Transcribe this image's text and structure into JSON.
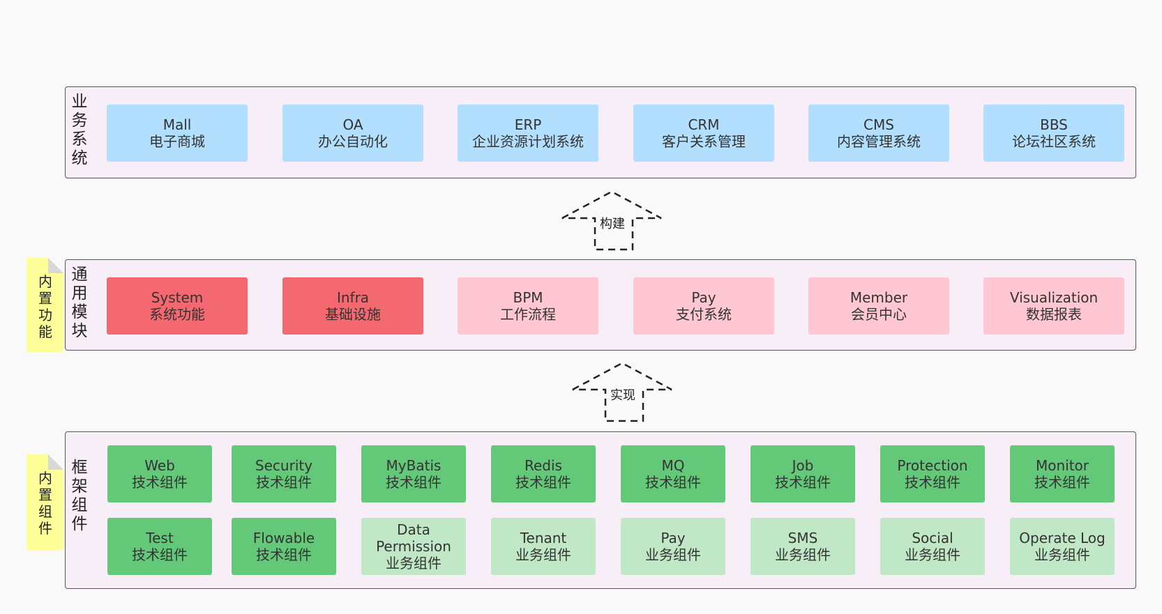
{
  "business": {
    "label": "业务系统",
    "items": [
      {
        "en": "Mall",
        "zh": "电子商城"
      },
      {
        "en": "OA",
        "zh": "办公自动化"
      },
      {
        "en": "ERP",
        "zh": "企业资源计划系统"
      },
      {
        "en": "CRM",
        "zh": "客户关系管理"
      },
      {
        "en": "CMS",
        "zh": "内容管理系统"
      },
      {
        "en": "BBS",
        "zh": "论坛社区系统"
      }
    ]
  },
  "arrow_build": {
    "label": "构建"
  },
  "arrow_impl": {
    "label": "实现"
  },
  "notes": {
    "builtin_function": "内置功能",
    "builtin_component": "内置组件"
  },
  "common": {
    "label": "通用模块",
    "items": [
      {
        "en": "System",
        "zh": "系统功能"
      },
      {
        "en": "Infra",
        "zh": "基础设施"
      },
      {
        "en": "BPM",
        "zh": "工作流程"
      },
      {
        "en": "Pay",
        "zh": "支付系统"
      },
      {
        "en": "Member",
        "zh": "会员中心"
      },
      {
        "en": "Visualization",
        "zh": "数据报表"
      }
    ]
  },
  "framework": {
    "label": "框架组件",
    "row1": [
      {
        "en": "Web",
        "zh": "技术组件"
      },
      {
        "en": "Security",
        "zh": "技术组件"
      },
      {
        "en": "MyBatis",
        "zh": "技术组件"
      },
      {
        "en": "Redis",
        "zh": "技术组件"
      },
      {
        "en": "MQ",
        "zh": "技术组件"
      },
      {
        "en": "Job",
        "zh": "技术组件"
      },
      {
        "en": "Protection",
        "zh": "技术组件"
      },
      {
        "en": "Monitor",
        "zh": "技术组件"
      }
    ],
    "row2": [
      {
        "en": "Test",
        "zh": "技术组件"
      },
      {
        "en": "Flowable",
        "zh": "技术组件"
      },
      {
        "en": "Data Permission",
        "zh": "业务组件"
      },
      {
        "en": "Tenant",
        "zh": "业务组件"
      },
      {
        "en": "Pay",
        "zh": "业务组件"
      },
      {
        "en": "SMS",
        "zh": "业务组件"
      },
      {
        "en": "Social",
        "zh": "业务组件"
      },
      {
        "en": "Operate Log",
        "zh": "业务组件"
      }
    ]
  },
  "colors": {
    "business_box": "#b2dffd",
    "builtin_module": "#f4696f",
    "common_module": "#fec7d1",
    "tech_component": "#63c877",
    "business_component": "#c0e8c7",
    "panel_bg": "#f8eef7",
    "note_bg": "#ffff99"
  }
}
